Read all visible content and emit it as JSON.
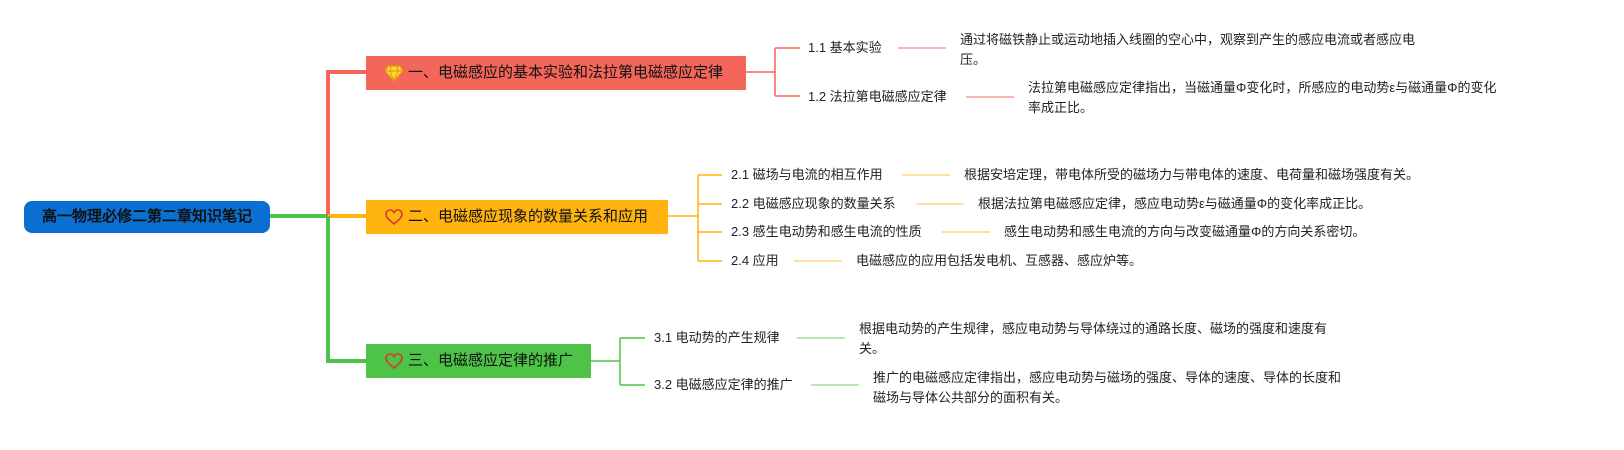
{
  "root": {
    "title": "高一物理必修二第二章知识笔记",
    "color": "#0a6fd1"
  },
  "branches": [
    {
      "title": "一、电磁感应的基本实验和法拉第电磁感应定律",
      "icon": "gem-icon",
      "color": "#f4655a",
      "children": [
        {
          "label": "1.1 基本实验",
          "note": "通过将磁铁静止或运动地插入线圈的空心中，观察到产生的感应电流或者感应电压。"
        },
        {
          "label": "1.2 法拉第电磁感应定律",
          "note": "法拉第电磁感应定律指出，当磁通量Φ变化时，所感应的电动势ε与磁通量Φ的变化率成正比。"
        }
      ]
    },
    {
      "title": "二、电磁感应现象的数量关系和应用",
      "icon": "heart-icon",
      "color": "#ffb30f",
      "children": [
        {
          "label": "2.1 磁场与电流的相互作用",
          "note": "根据安培定理，带电体所受的磁场力与带电体的速度、电荷量和磁场强度有关。"
        },
        {
          "label": "2.2 电磁感应现象的数量关系",
          "note": "根据法拉第电磁感应定律，感应电动势ε与磁通量Φ的变化率成正比。"
        },
        {
          "label": "2.3 感生电动势和感生电流的性质",
          "note": "感生电动势和感生电流的方向与改变磁通量Φ的方向关系密切。"
        },
        {
          "label": "2.4 应用",
          "note": "电磁感应的应用包括发电机、互感器、感应炉等。"
        }
      ]
    },
    {
      "title": "三、电磁感应定律的推广",
      "icon": "heart-icon",
      "color": "#4dc447",
      "children": [
        {
          "label": "3.1 电动势的产生规律",
          "note": "根据电动势的产生规律，感应电动势与导体绕过的通路长度、磁场的强度和速度有关。"
        },
        {
          "label": "3.2 电磁感应定律的推广",
          "note": "推广的电磁感应定律指出，感应电动势与磁场的强度、导体的速度、导体的长度和磁场与导体公共部分的面积有关。"
        }
      ]
    }
  ]
}
